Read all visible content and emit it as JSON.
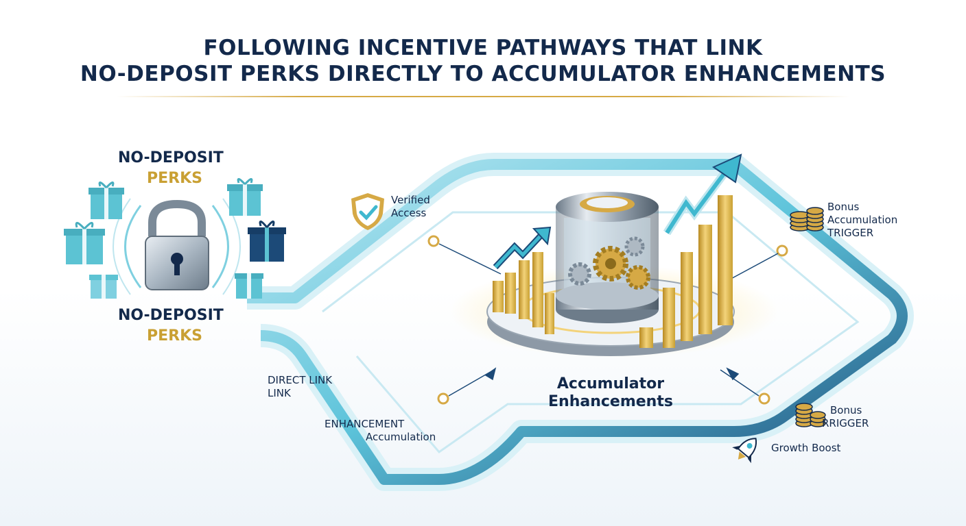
{
  "title": {
    "line1": "FOLLOWING INCENTIVE PATHWAYS THAT LINK",
    "line2": "NO-DEPOSIT PERKS DIRECTLY TO ACCUMULATOR ENHANCEMENTS"
  },
  "left": {
    "top_line1": "NO-DEPOSIT",
    "top_line2": "PERKS",
    "bottom_line1": "NO-DEPOSIT",
    "bottom_line2": "PERKS"
  },
  "labels": {
    "verified_line1": "Verified",
    "verified_line2": "Access",
    "bonus_trigger_line1": "Bonus",
    "bonus_trigger_line2": "Accumulation",
    "bonus_trigger_line3": "TRIGGER",
    "direct_line1": "DIRECT LINK",
    "direct_line2": "LINK",
    "enhancement_line1": "ENHANCEMENT",
    "enhancement_line2": "Accumulation",
    "bonus2_line1": "Bonus",
    "bonus2_line2": "RRIGGER",
    "growth": "Growth Boost",
    "center_line1": "Accumulator",
    "center_line2": "Enhancements"
  },
  "icons": {
    "lock": "padlock-icon",
    "gifts": "gift-box-icon",
    "shield": "shield-check-icon",
    "coins": "coin-stack-icon",
    "rocket": "rocket-icon",
    "gears": "gear-icon",
    "arrow": "trend-arrow-icon"
  },
  "colors": {
    "navy": "#13294b",
    "gold": "#c9a033",
    "teal": "#3fb8cf",
    "path_dark": "#1c4a78"
  }
}
